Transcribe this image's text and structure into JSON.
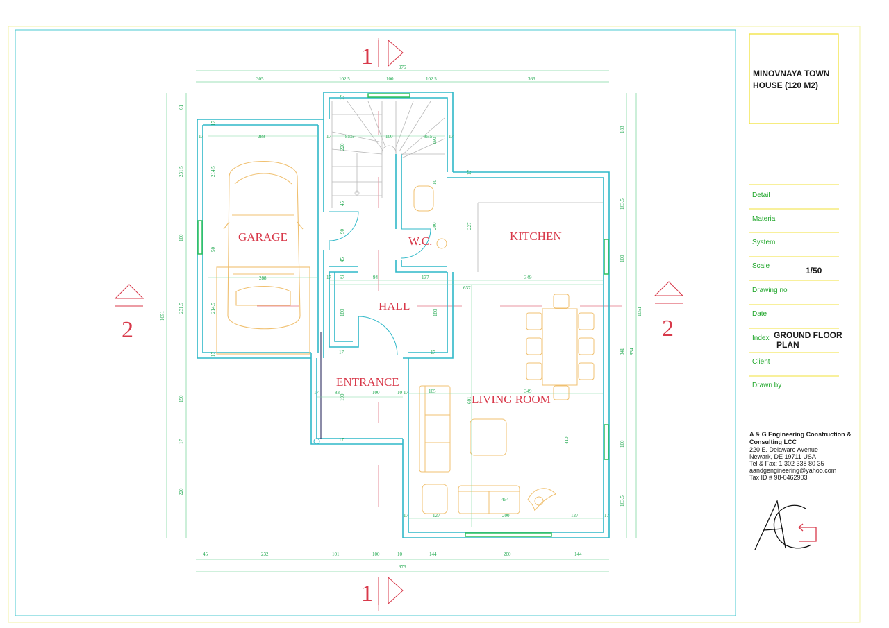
{
  "title_block": {
    "project": [
      "MINOVNAYA TOWN",
      "HOUSE (120 M2)"
    ],
    "fields": [
      "Detail",
      "Material",
      "System",
      "Scale",
      "Drawing no",
      "Date",
      "Index",
      "Client",
      "Drawn by"
    ],
    "scale_value": "1/50",
    "index_value": [
      "GROUND FLOOR",
      "PLAN"
    ]
  },
  "company": {
    "name": [
      "A & G Engineering Construction &",
      "Consulting LCC"
    ],
    "lines": [
      "220 E. Delaware Avenue",
      "Newark, DE 19711 USA",
      "Tel & Fax: 1 302 338 80 35",
      "aandgengineering@yahoo.com",
      "Tax ID # 98-0462903"
    ]
  },
  "rooms": {
    "garage": "GARAGE",
    "wc": "W.C.",
    "kitchen": "KITCHEN",
    "hall": "HALL",
    "entrance": "ENTRANCE",
    "living": "LIVING ROOM"
  },
  "section_marks": {
    "top": "1",
    "bottom": "1",
    "left": "2",
    "right": "2"
  },
  "dims": {
    "top_total": "976",
    "top_row": [
      "305",
      "102.5",
      "100",
      "102.5",
      "366"
    ],
    "stair_row": [
      "17",
      "85.5",
      "100",
      "85.5",
      "17"
    ],
    "bottom_row": [
      "45",
      "232",
      "101",
      "100",
      "10",
      "144",
      "200",
      "144"
    ],
    "bottom_total": "976",
    "garage_w": "288",
    "garage_w2": "288",
    "garage_h1": "214.5",
    "garage_h2": "214.5",
    "garage_side": "50",
    "left_col": [
      "61",
      "231.5",
      "100",
      "231.5",
      "190",
      "17",
      "220"
    ],
    "left_total": "1051",
    "right_col": [
      "183",
      "163.5",
      "100",
      "341",
      "100",
      "163.5"
    ],
    "right_total": "1051",
    "right_834": "834",
    "stair_h": "220",
    "stair_190": "190",
    "wc_200": "200",
    "k_227": "227",
    "hall_row": [
      "57",
      "94",
      "137",
      "637",
      "349"
    ],
    "hall_180a": "180",
    "hall_180b": "180",
    "ent_row": [
      "17",
      "83",
      "100",
      "10",
      "17"
    ],
    "ent_190": "190",
    "living_105": "105",
    "living_349": "349",
    "living_410": "410",
    "living_601": "601",
    "living_454": "454",
    "living_bottom": [
      "127",
      "200",
      "127"
    ],
    "misc": [
      "17",
      "45",
      "90",
      "45",
      "10"
    ]
  }
}
